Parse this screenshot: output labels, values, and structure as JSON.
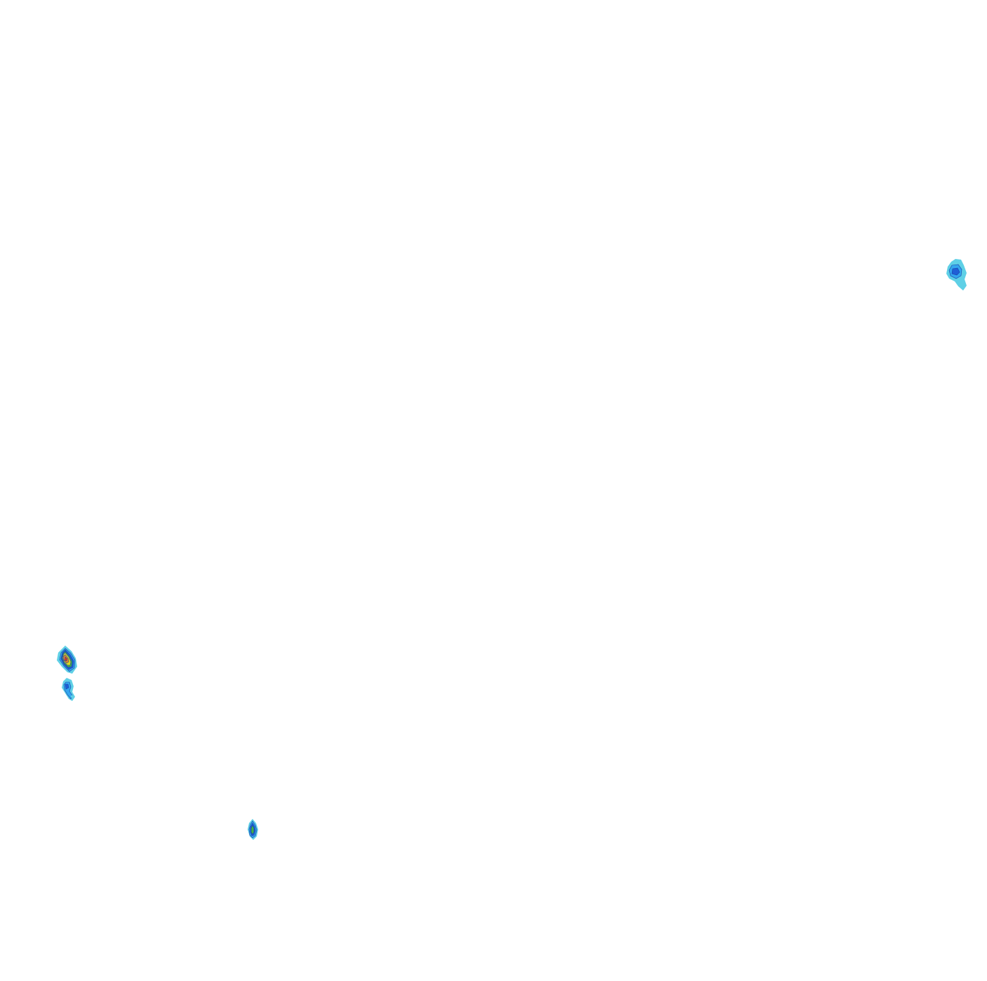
{
  "map": {
    "background_color": "#ffffff",
    "contour_palette": {
      "level_1": "#5fd0e6",
      "level_2": "#33a6ee",
      "level_3": "#1f5fd6",
      "level_4": "#3fb04a",
      "level_5": "#d8d820",
      "level_6": "#f08a1c",
      "level_7": "#e03a1c"
    },
    "features": [
      {
        "id": "echo-east",
        "peak_level": 3
      },
      {
        "id": "echo-west-large",
        "peak_level": 7
      },
      {
        "id": "echo-west-small",
        "peak_level": 3
      },
      {
        "id": "echo-south",
        "peak_level": 4
      }
    ]
  }
}
